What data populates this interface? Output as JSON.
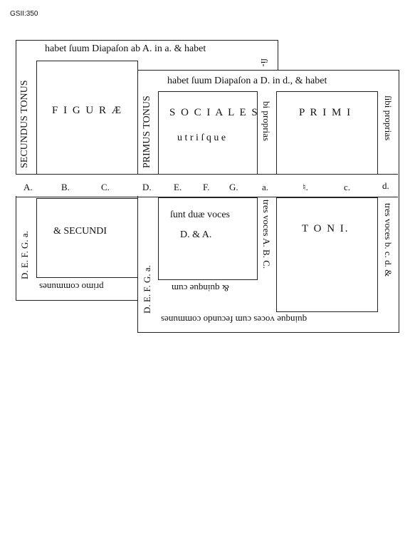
{
  "header": {
    "code": "GSII:350"
  },
  "panel_secundus": {
    "top": "habet ſuum  Diapaſon ab  A.  in  a.  &  habet",
    "right_fragment": "ſi-",
    "left_upper": "SECUNDUS  TONUS",
    "left_lower": "D.  E.  F.  G.  a.",
    "title": "F I G U R Æ",
    "lower_title": "& SECUNDI",
    "bottom_inverted": "primo  communes"
  },
  "panel_primus": {
    "top": "habet  ſuum  Diapaſon  a  D.  in  d.,  &  habet",
    "right_outer": "ſibi  proprias",
    "inner_right_upper": "bi  proprias",
    "left_upper": "PRIMUS TONUS",
    "left_lower": "D.  E.  F.  G.  a.",
    "sociales": "S O C I A L E S",
    "utrisque": "u t r i ſ q u e",
    "primi": "P R I M I",
    "voces1": "ſunt  duæ  voces",
    "voces2": "D.   &   A.",
    "quinque_inverted": "&  quinque  cum",
    "tres_inner": "tres  voces  A.  B.  C.",
    "toni": "T O N I.",
    "tres_outer": "tres  voces  b.  c.  d.  &",
    "bottom_inverted": "quinque  voces  cum  fecundo  communes"
  },
  "scale": [
    "A.",
    "B.",
    "C.",
    "D.",
    "E.",
    "F.",
    "G.",
    "a.",
    "♮.",
    "c.",
    "d."
  ]
}
